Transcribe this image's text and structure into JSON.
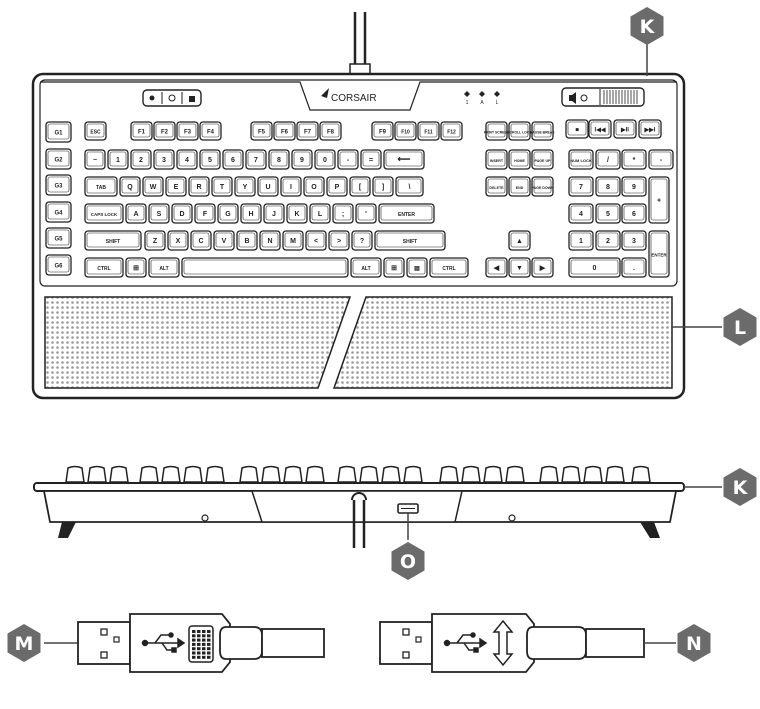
{
  "brand": {
    "logo_text": "CORSAIR"
  },
  "callouts": {
    "k_top": "K",
    "l": "L",
    "k_side": "K",
    "o": "O",
    "m": "M",
    "n": "N"
  },
  "colors": {
    "callout_fill": "#6b6b6b",
    "callout_text": "#ffffff",
    "line": "#222222",
    "mesh": "#c9c9c9"
  },
  "keyboard": {
    "fn_row": [
      "ESC",
      "F1",
      "F2",
      "F3",
      "F4",
      "F5",
      "F6",
      "F7",
      "F8",
      "F9",
      "F10",
      "F11",
      "F12"
    ],
    "nav_top": [
      "PRINT SCREEN",
      "SCROLL LOCK",
      "PAUSE BREAK"
    ],
    "nav_mid": [
      "INSERT",
      "HOME",
      "PAGE UP"
    ],
    "nav_bot": [
      "DELETE",
      "END",
      "PAGE DOWN"
    ],
    "media_keys": [
      "■",
      "I◀◀",
      "▶II",
      "▶▶I"
    ],
    "num_row": [
      "~",
      "1",
      "2",
      "3",
      "4",
      "5",
      "6",
      "7",
      "8",
      "9",
      "0",
      "-",
      "="
    ],
    "q_row": [
      "TAB",
      "Q",
      "W",
      "E",
      "R",
      "T",
      "Y",
      "U",
      "I",
      "O",
      "P",
      "[",
      "]",
      "\\"
    ],
    "a_row": [
      "CAPS LOCK",
      "A",
      "S",
      "D",
      "F",
      "G",
      "H",
      "J",
      "K",
      "L",
      ";",
      "'",
      "ENTER"
    ],
    "z_row": [
      "SHIFT",
      "Z",
      "X",
      "C",
      "V",
      "B",
      "N",
      "M",
      "<",
      ">",
      "?",
      "SHIFT"
    ],
    "space_row": [
      "CTRL",
      "ALT",
      "ALT",
      "CTRL"
    ],
    "numpad_top": [
      "NUM LOCK",
      "/",
      "*",
      "-"
    ],
    "numpad_keys": [
      "7",
      "8",
      "9",
      "4",
      "5",
      "6",
      "1",
      "2",
      "3",
      "0",
      ".",
      "+",
      "ENTER"
    ],
    "arrows": [
      "▲",
      "◀",
      "▼",
      "▶"
    ],
    "g_keys": [
      "G1",
      "G2",
      "G3",
      "G4",
      "G5",
      "G6"
    ]
  }
}
